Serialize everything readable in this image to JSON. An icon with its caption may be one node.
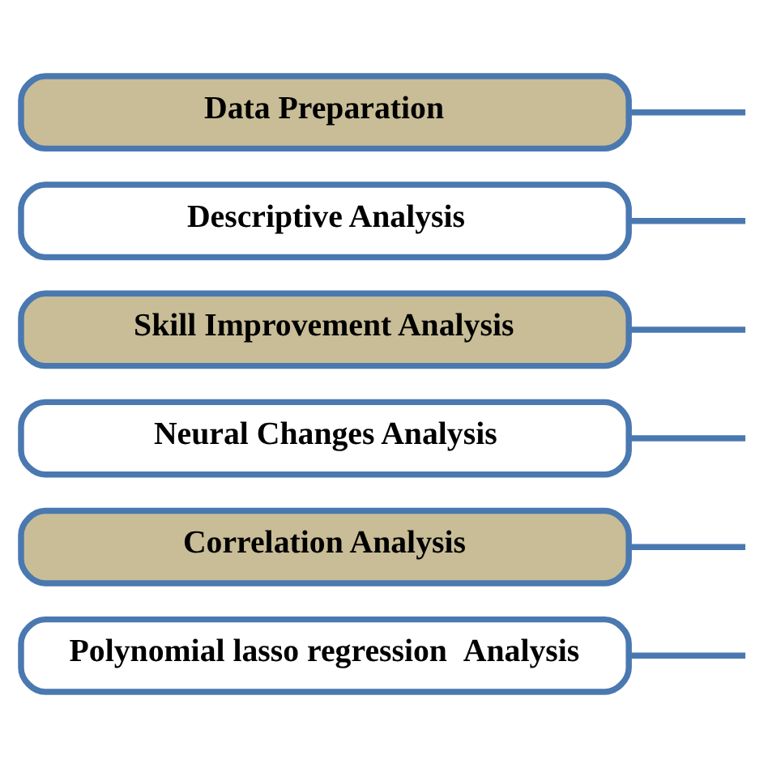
{
  "diagram": {
    "nodes": [
      {
        "text": [
          "Data Preparation"
        ]
      },
      {
        "text": [
          "Descriptive Analysis"
        ]
      },
      {
        "text": [
          "Skill Improvement Analysis"
        ]
      },
      {
        "text": [
          "Neural Changes Analysis"
        ]
      },
      {
        "text": [
          "Correlation Analysis"
        ]
      },
      {
        "text": [
          "Polynomial lasso regression  Analysis"
        ]
      }
    ],
    "edges": [
      {
        "from": 0,
        "to": null,
        "arrow": "none"
      },
      {
        "from": 1,
        "to": null,
        "arrow": "none"
      },
      {
        "from": 2,
        "to": null,
        "arrow": "none"
      },
      {
        "from": 3,
        "to": null,
        "arrow": "none"
      },
      {
        "from": 4,
        "to": null,
        "arrow": "none"
      },
      {
        "from": 5,
        "to": null,
        "arrow": "none"
      }
    ]
  }
}
